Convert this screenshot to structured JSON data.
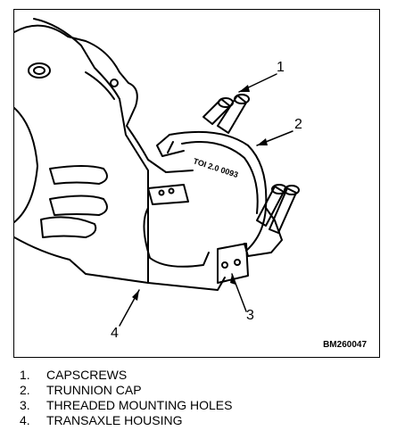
{
  "figure": {
    "id": "BM260047",
    "engraving": "TOI 2.0 0093"
  },
  "callouts": [
    {
      "num": "1"
    },
    {
      "num": "2"
    },
    {
      "num": "3"
    },
    {
      "num": "4"
    }
  ],
  "legend": [
    {
      "num": "1.",
      "label": "CAPSCREWS"
    },
    {
      "num": "2.",
      "label": "TRUNNION CAP"
    },
    {
      "num": "3.",
      "label": "THREADED MOUNTING HOLES"
    },
    {
      "num": "4.",
      "label": "TRANSAXLE HOUSING"
    }
  ]
}
